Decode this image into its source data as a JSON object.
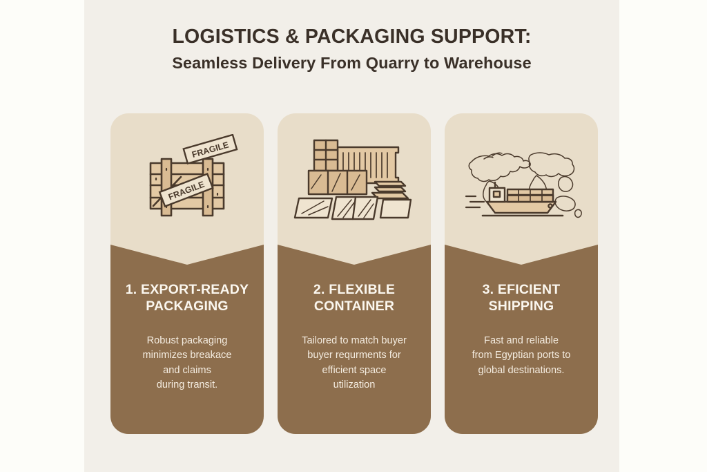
{
  "colors": {
    "page_background": "#fdfdf9",
    "panel_background": "#f2efe9",
    "card_top": "#e8ddc9",
    "card_body_brown": "#8d6e4d",
    "title_text": "#3a3028",
    "card_heading_text": "#fbf7ef",
    "card_desc_text": "#f4ece0",
    "icon_line": "#4a3a2c",
    "icon_fill_light": "#e3c9a4",
    "icon_fill_mid": "#cfae86"
  },
  "header": {
    "title_main": "LOGISTICS & PACKAGING SUPPORT:",
    "title_sub": "Seamless Delivery From Quarry to Warehouse"
  },
  "cards": [
    {
      "icon_name": "fragile-crate-icon",
      "icon_labels": [
        "FRAGILE",
        "FRAGILE"
      ],
      "heading": "1. EXPORT-READY PACKAGING",
      "description": "Robust packaging\nminimizes breakace\nand claims\nduring transit."
    },
    {
      "icon_name": "shipping-container-slabs-icon",
      "icon_labels": [],
      "heading": "2. FLEXIBLE CONTAINER",
      "description": "Tailored to match buyer\nbuyer requrments for\nefficient space\nutilization"
    },
    {
      "icon_name": "cargo-ship-world-map-icon",
      "icon_labels": [],
      "heading": "3. EFICIENT SHIPPING",
      "description": "Fast and reliable\nfrom Egyptian ports to\nglobal destinations."
    }
  ]
}
